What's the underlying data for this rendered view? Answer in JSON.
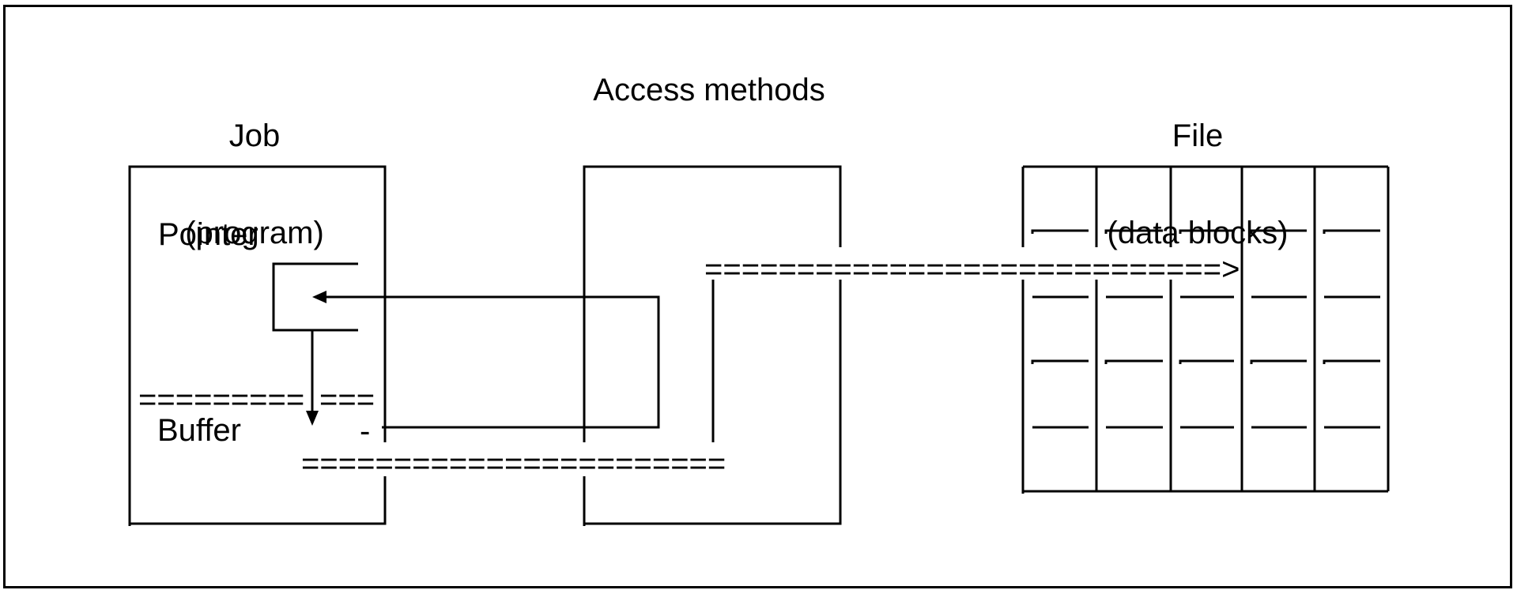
{
  "diagram": {
    "columns": {
      "job": {
        "title_line1": "Job",
        "title_line2": "(program)",
        "pointer_label": "Pointer",
        "buffer_label": "Buffer",
        "buffer_marker": "-"
      },
      "access": {
        "title": "Access methods"
      },
      "file": {
        "title_line1": "File",
        "title_line2": "(data blocks)",
        "block_columns": 5,
        "block_rows": 4
      }
    },
    "connectors": {
      "buffer_upper_boundary_left": "=========",
      "buffer_upper_boundary_right": "===",
      "buffer_to_access": "=======================",
      "access_to_file_arrow": "============================>"
    },
    "colors": {
      "stroke": "#000000",
      "background": "#ffffff"
    }
  }
}
